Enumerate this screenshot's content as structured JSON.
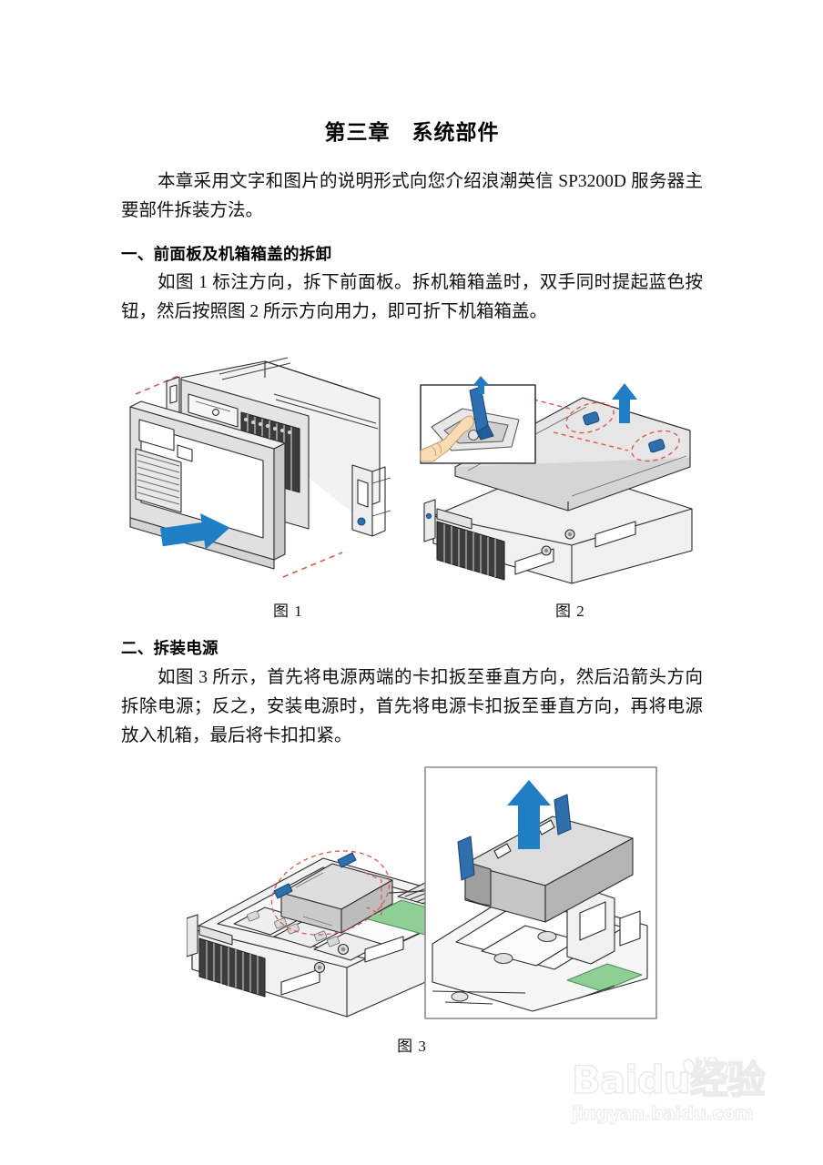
{
  "document": {
    "chapter_title": "第三章　系统部件",
    "intro_paragraph": "本章采用文字和图片的说明形式向您介绍浪潮英信 SP3200D 服务器主要部件拆装方法。",
    "sections": [
      {
        "heading": "一、前面板及机箱箱盖的拆卸",
        "paragraph": "如图 1 标注方向，拆下前面板。拆机箱箱盖时，双手同时提起蓝色按钮，然后按照图 2 所示方向用力，即可折下机箱箱盖。"
      },
      {
        "heading": "二、拆装电源",
        "paragraph": "如图 3 所示，首先将电源两端的卡扣扳至垂直方向，然后沿箭头方向拆除电源；反之，安装电源时，首先将电源卡扣扳至垂直方向，再将电源放入机箱，最后将卡扣扣紧。"
      }
    ],
    "figures": [
      {
        "caption": "图 1",
        "alt": "服务器前面板拆卸示意图，蓝色箭头指示向外拉出前面板方向，红色虚线标示对位"
      },
      {
        "caption": "图 2",
        "alt": "机箱箱盖拆卸示意图，手指按压蓝色按钮，蓝色箭头指示向上提起方向，红色虚线圈出按钮位置"
      },
      {
        "caption": "图 3",
        "alt": "电源拆装示意图，蓝色卡扣扳至垂直方向后沿蓝色箭头方向向上取出电源，右侧为局部放大图"
      }
    ]
  },
  "watermark": {
    "brand_bai": "Bai",
    "brand_du": "du",
    "brand_cn": "经验",
    "url": "jingyan.baidu.com"
  },
  "colors": {
    "arrow_blue": "#1f7ec4",
    "latch_blue": "#1765a8",
    "guide_red": "#e0564f",
    "metal_light": "#e9e9e9",
    "metal_mid": "#cfcfcf",
    "metal_dark": "#8f8f8f",
    "pcb_green": "#8fcf96",
    "skin": "#f7dcb4",
    "outline": "#2b2b2b",
    "text": "#111111",
    "page_bg": "#ffffff"
  }
}
